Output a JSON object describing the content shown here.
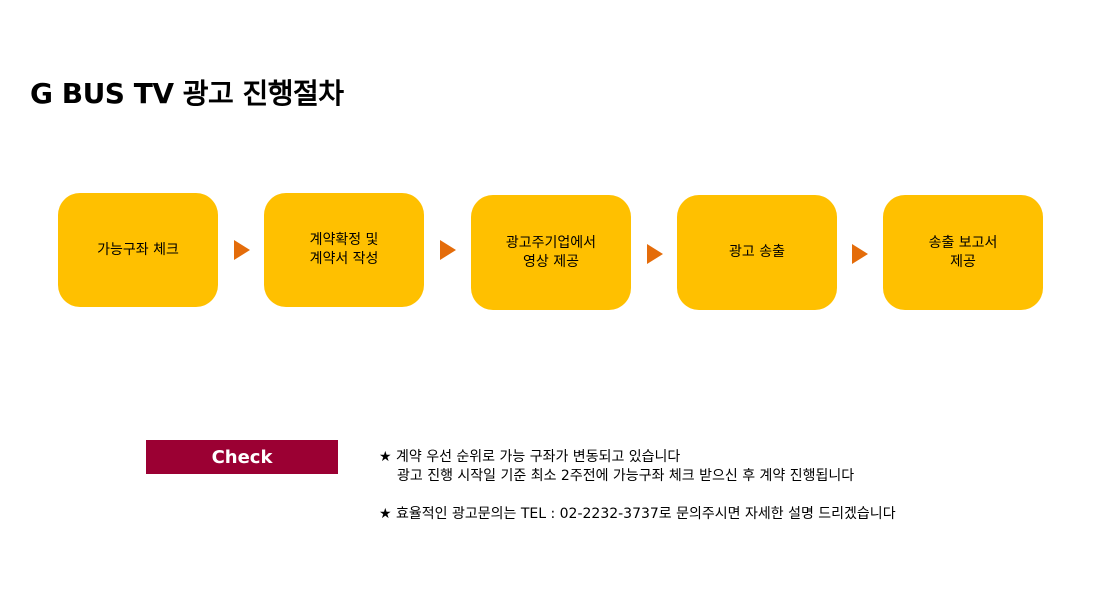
{
  "title": "G BUS TV 광고 진행절차",
  "steps": [
    {
      "label": "가능구좌 체크"
    },
    {
      "label": "계약확정 및\n계약서 작성"
    },
    {
      "label": "광고주기업에서\n영상 제공"
    },
    {
      "label": "광고 송출"
    },
    {
      "label": "송출 보고서\n제공"
    }
  ],
  "check": {
    "label": "Check"
  },
  "notes": {
    "line1": "★ 계약 우선 순위로 가능 구좌가 변동되고 있습니다",
    "line2": "광고 진행 시작일 기준 최소 2주전에 가능구좌 체크 받으신 후 계약 진행됩니다",
    "line3": "★ 효율적인 광고문의는 TEL : 02-2232-3737로 문의주시면 자세한 설명 드리겠습니다"
  },
  "colors": {
    "step_fill": "#ffc000",
    "arrow": "#e46c0a",
    "check_fill": "#9b0033"
  }
}
